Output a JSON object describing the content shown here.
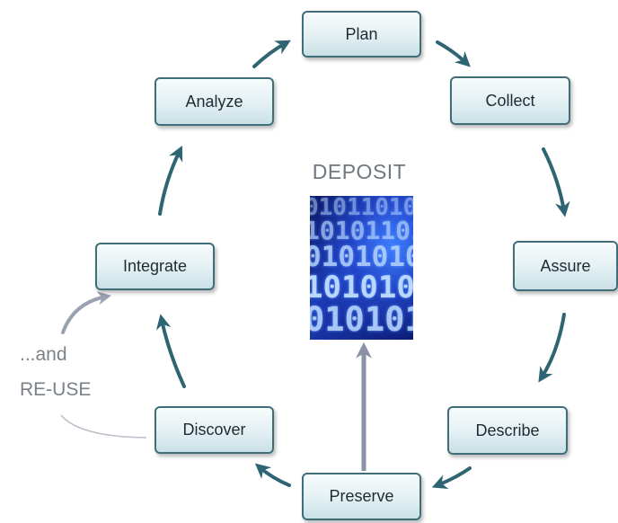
{
  "cycle": {
    "plan": "Plan",
    "collect": "Collect",
    "assure": "Assure",
    "describe": "Describe",
    "preserve": "Preserve",
    "discover": "Discover",
    "integrate": "Integrate",
    "analyze": "Analyze"
  },
  "center": {
    "label": "DEPOSIT",
    "image_icon": "binary-data-image"
  },
  "reuse": {
    "line1": "...and",
    "line2": "RE-USE"
  },
  "colors": {
    "arrow": "#2f6573",
    "node_border": "#3f6e78",
    "deposit_arrow": "#8a93a6",
    "reuse_arrow": "#9aa1b0",
    "muted_text": "#7a8288"
  }
}
